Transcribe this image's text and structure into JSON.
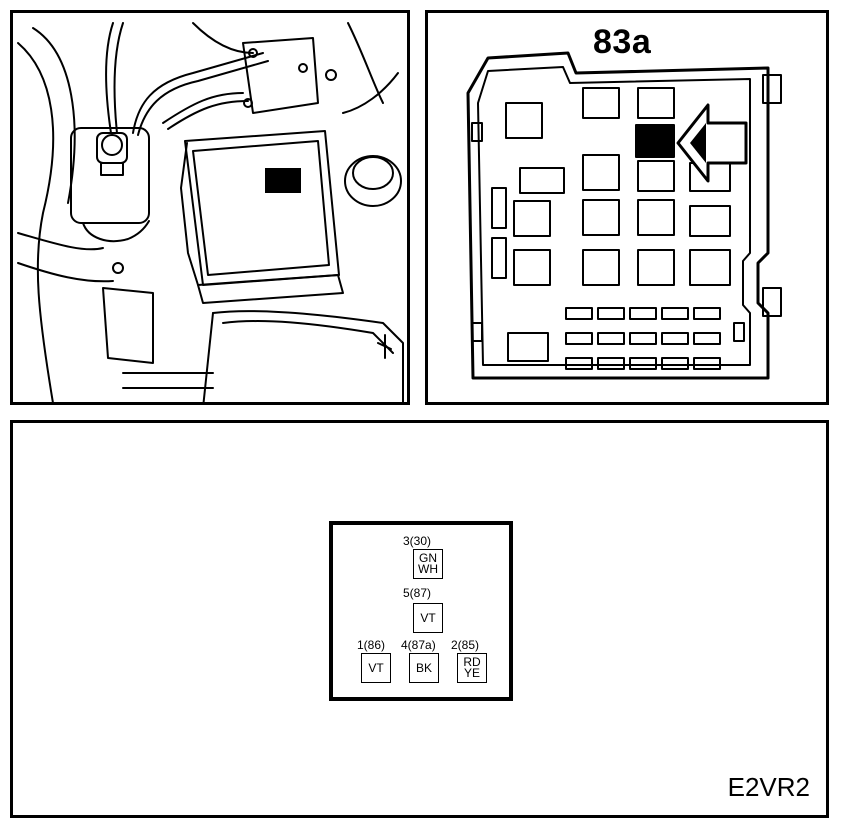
{
  "fusebox": {
    "title": "83a"
  },
  "connector": {
    "code": "E2VR2",
    "pins": [
      {
        "number": "3(30)",
        "wires": [
          "GN",
          "WH"
        ]
      },
      {
        "number": "5(87)",
        "wires": [
          "VT"
        ]
      },
      {
        "number": "1(86)",
        "wires": [
          "VT"
        ]
      },
      {
        "number": "4(87a)",
        "wires": [
          "BK"
        ]
      },
      {
        "number": "2(85)",
        "wires": [
          "RD",
          "YE"
        ]
      }
    ]
  },
  "colors": {
    "ink": "#000000",
    "paper": "#ffffff"
  },
  "icons": [
    "arrow-left-icon"
  ]
}
